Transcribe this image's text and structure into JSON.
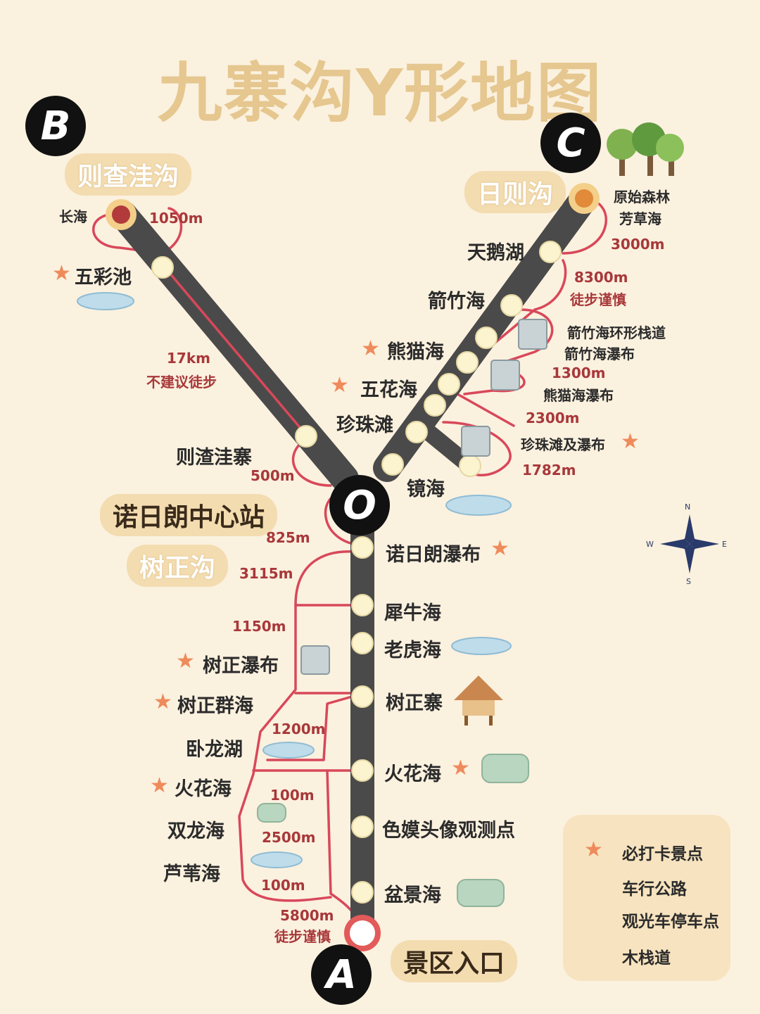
{
  "title": "九寨沟Y形地图",
  "nodes": {
    "a": "A",
    "b": "B",
    "c": "C",
    "o": "O"
  },
  "regions": {
    "b": "则查洼沟",
    "c": "日则沟",
    "center": "诺日朗中心站",
    "shuzheng": "树正沟",
    "entrance": "景区入口"
  },
  "stops": {
    "changhai": "长海",
    "wucaichi": "五彩池",
    "zezhawazhai": "则渣洼寨",
    "yuanshisenlin": "原始森林",
    "fangcaohai": "芳草海",
    "tianehu": "天鹅湖",
    "jianzhuhai": "箭竹海",
    "xiongmaohai": "熊猫海",
    "wuhuahai": "五花海",
    "zhenzhutan": "珍珠滩",
    "jinghai": "镜海",
    "jianzhuhai_trail": "箭竹海环形栈道",
    "jianzhuhai_falls": "箭竹海瀑布",
    "xiongmaohai_falls": "熊猫海瀑布",
    "zhenzhutan_falls": "珍珠滩及瀑布",
    "nuorilang_falls": "诺日朗瀑布",
    "xiniuhai": "犀牛海",
    "laohuhai": "老虎海",
    "shuzhengzhai": "树正寨",
    "huohuahai_r": "火花海",
    "semo": "色嫫头像观测点",
    "penjinghai": "盆景海",
    "shuzheng_falls": "树正瀑布",
    "shuzheng_qunhai": "树正群海",
    "wolonghu": "卧龙湖",
    "huohuahai_l": "火花海",
    "shuanglonghai": "双龙海",
    "luweihai": "芦苇海"
  },
  "distances": {
    "d1050": "1050m",
    "d17km": "17km",
    "d17note": "不建议徒步",
    "d500": "500m",
    "d3000": "3000m",
    "d8300": "8300m",
    "d8300note": "徒步谨慎",
    "d1300": "1300m",
    "d2300": "2300m",
    "d1782": "1782m",
    "d825": "825m",
    "d3115": "3115m",
    "d1150": "1150m",
    "d1200": "1200m",
    "d100a": "100m",
    "d2500": "2500m",
    "d100b": "100m",
    "d5800": "5800m",
    "d5800note": "徒步谨慎"
  },
  "compass": {
    "n": "N",
    "s": "S",
    "e": "E",
    "w": "W"
  },
  "legend": {
    "star": "必打卡景点",
    "road": "车行公路",
    "stop": "观光车停车点",
    "boardwalk": "木栈道"
  },
  "colors": {
    "background": "#fbf1df",
    "road": "#4b4a4a",
    "stop": "#fbf4cf",
    "boardwalk": "#d8485a",
    "star": "#ef8a5a",
    "pill": "#f3dcb0",
    "title": "#e5c78f"
  }
}
